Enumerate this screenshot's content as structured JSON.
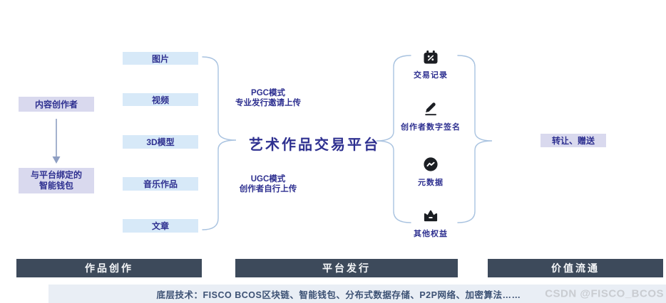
{
  "left_flow": {
    "creator_label": "内容创作者",
    "wallet_line1": "与平台绑定的",
    "wallet_line2": "智能钱包"
  },
  "content_types": {
    "items": [
      "图片",
      "视频",
      "3D模型",
      "音乐作品",
      "文章"
    ]
  },
  "platform": {
    "pgc_line1": "PGC模式",
    "pgc_line2": "专业发行邀请上传",
    "title": "艺术作品交易平台",
    "ugc_line1": "UGC模式",
    "ugc_line2": "创作者自行上传"
  },
  "nft_attributes": {
    "items": [
      {
        "icon": "calendar-transaction-icon",
        "label": "交易记录"
      },
      {
        "icon": "pencil-signature-icon",
        "label": "创作者数字签名"
      },
      {
        "icon": "trend-circle-icon",
        "label": "元数据"
      },
      {
        "icon": "crown-rights-icon",
        "label": "其他权益"
      }
    ]
  },
  "circulation": {
    "transfer_label": "转让、赠送"
  },
  "phases": {
    "items": [
      "作品创作",
      "平台发行",
      "价值流通"
    ]
  },
  "footer": {
    "tech_text": "底层技术：FISCO BCOS区块链、智能钱包、分布式数据存储、P2P网络、加密算法……",
    "watermark": "CSDN @FISCO_BCOS"
  },
  "colors": {
    "lavender_box_bg": "#d9d9ee",
    "blue_box_bg": "#d7e9f8",
    "indigo_text": "#2e3090",
    "brace_stroke": "#a9c3e0",
    "arrow_stroke": "#8e9ec2",
    "icon_color": "#1b1e23",
    "phase_bar_bg": "#3d4a5b",
    "footer_strip_bg": "#e9eef5",
    "footer_text": "#3c5174",
    "watermark_color": "#c9ccd1"
  }
}
